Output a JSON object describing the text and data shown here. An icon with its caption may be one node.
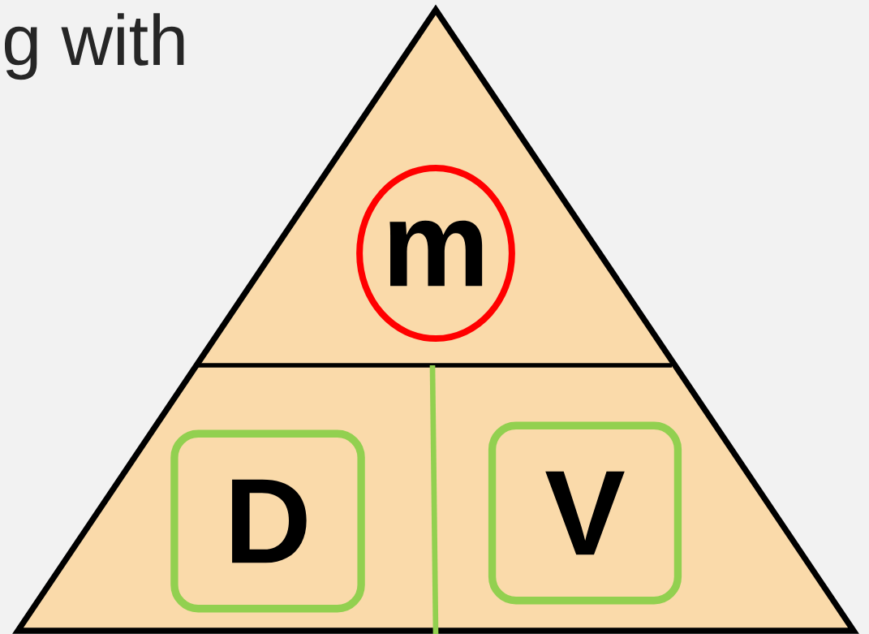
{
  "diagram": {
    "nodes": [
      {
        "text": [],
        "shape": "triangle"
      },
      {
        "text": [
          "m"
        ],
        "in": 0
      },
      {
        "text": [
          "D"
        ],
        "in": 0
      },
      {
        "text": [
          "V"
        ],
        "in": 0
      }
    ],
    "labels": [
      "g with"
    ]
  }
}
